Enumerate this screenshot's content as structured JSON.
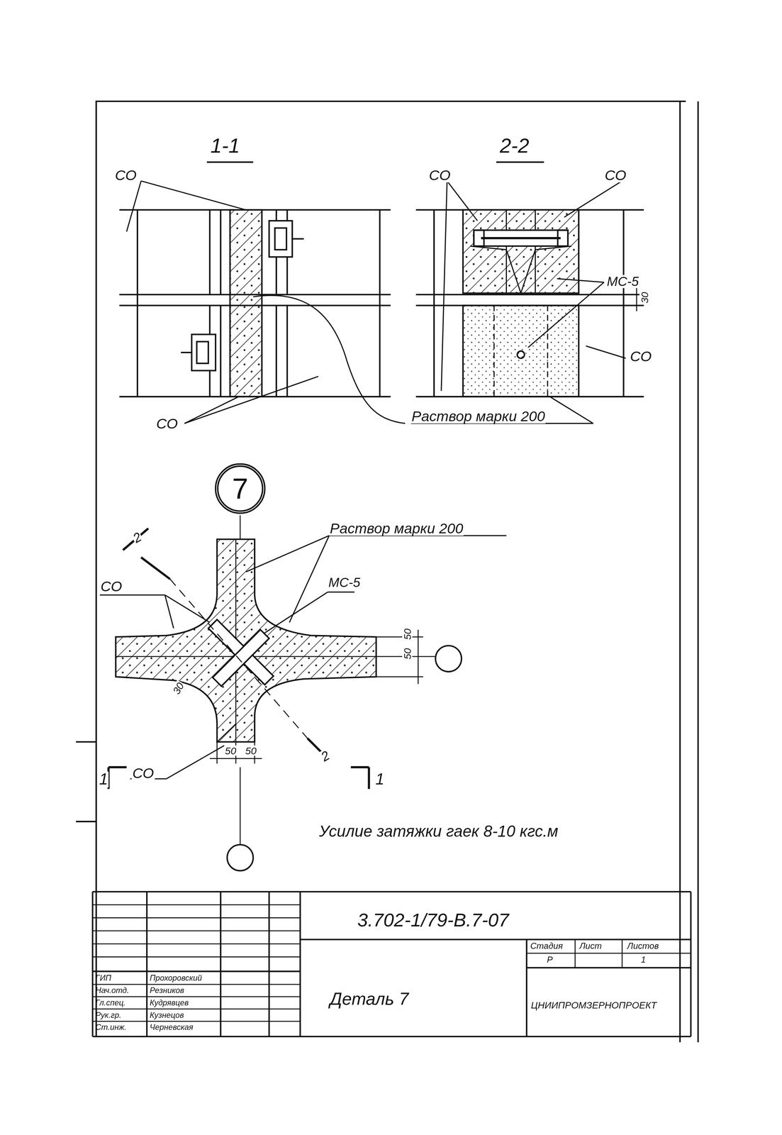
{
  "diagram": {
    "nodes": [
      {
        "text": [
          "7"
        ]
      }
    ],
    "edges": [],
    "labels": [
      "1-1",
      "2-2",
      "СО",
      "СО",
      "СО",
      "СО",
      "МС-5",
      "30",
      "СО",
      "Раствор марки 200",
      "Раствор марки 200",
      "МС-5",
      "СО",
      "2",
      "50",
      "50",
      "30",
      "СО",
      "1",
      "2",
      "1",
      "50",
      "50",
      "Усилие затяжки гаек 8-10 кгс.м",
      "3.702-1/79-В.7-07",
      "Деталь 7",
      "Стадия",
      "Лист",
      "Листов",
      "Р",
      "1",
      "ЦНИИПРОМЗЕРНОПРОЕКТ",
      "ГИП",
      "Нач.отд.",
      "Гл.спец.",
      "Рук.гр.",
      "Ст.инж.",
      "Прохоровский",
      "Резников",
      "Кудрявцев",
      "Кузнецов",
      "Черневская"
    ]
  }
}
